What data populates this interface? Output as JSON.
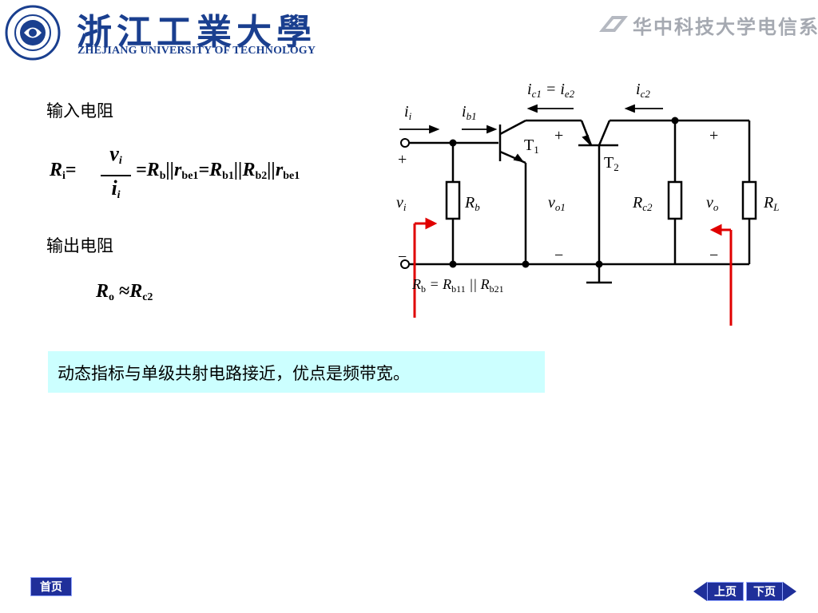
{
  "header": {
    "university_cn": "浙江工業大學",
    "university_en": "ZHEJIANG UNIVERSITY OF TECHNOLOGY",
    "right_caption": "华中科技大学电信系",
    "colors": {
      "primary": "#1a3f8f",
      "right_caption": "#a5a9b1"
    }
  },
  "sections": {
    "input_heading": "输入电阻",
    "output_heading": "输出电阻"
  },
  "formula_input": {
    "lhs": "R",
    "lhs_sub": "i",
    "eq": "=",
    "frac_num": "v",
    "frac_num_sub": "i",
    "frac_den": "i",
    "frac_den_sub": "i",
    "rhs": [
      {
        "t": "=R",
        "s": "b"
      },
      {
        "t": "||r",
        "s": "be1"
      },
      {
        "t": "=R",
        "s": "b1"
      },
      {
        "t": "||R",
        "s": "b2"
      },
      {
        "t": "||r",
        "s": "be1"
      }
    ]
  },
  "formula_output": {
    "lhs": "R",
    "lhs_sub": "o",
    "approx": " ≈",
    "rhs": "R",
    "rhs_sub": "c2"
  },
  "note": {
    "text": "动态指标与单级共射电路接近，优点是频带宽。",
    "bg": "#ccffff"
  },
  "circuit": {
    "labels": {
      "ii": "i",
      "ii_sub": "i",
      "ib1": "i",
      "ib1_sub": "b1",
      "ic1": "i",
      "ic1_sub": "c1",
      "ie2": "i",
      "ie2_sub": "e2",
      "ic2": "i",
      "ic2_sub": "c2",
      "t1": "T",
      "t1_sub": "1",
      "t2": "T",
      "t2_sub": "2",
      "vi": "v",
      "vi_sub": "i",
      "rb": "R",
      "rb_sub": "b",
      "vo1": "v",
      "vo1_sub": "o1",
      "rc2": "R",
      "rc2_sub": "c2",
      "vo": "v",
      "vo_sub": "o",
      "rl": "R",
      "rl_sub": "L",
      "plus": "+",
      "minus": "−",
      "rb_eq": "R",
      "rb_eq_sub": "b",
      "rb_eq_mid": " = R",
      "rb_eq_sub2": "b11",
      "rb_eq_par": "  || R",
      "rb_eq_sub3": "b21"
    },
    "arrow_color": "#e00000"
  },
  "nav": {
    "home": "首页",
    "prev": "上页",
    "next": "下页",
    "color": "#1f2f9a"
  }
}
